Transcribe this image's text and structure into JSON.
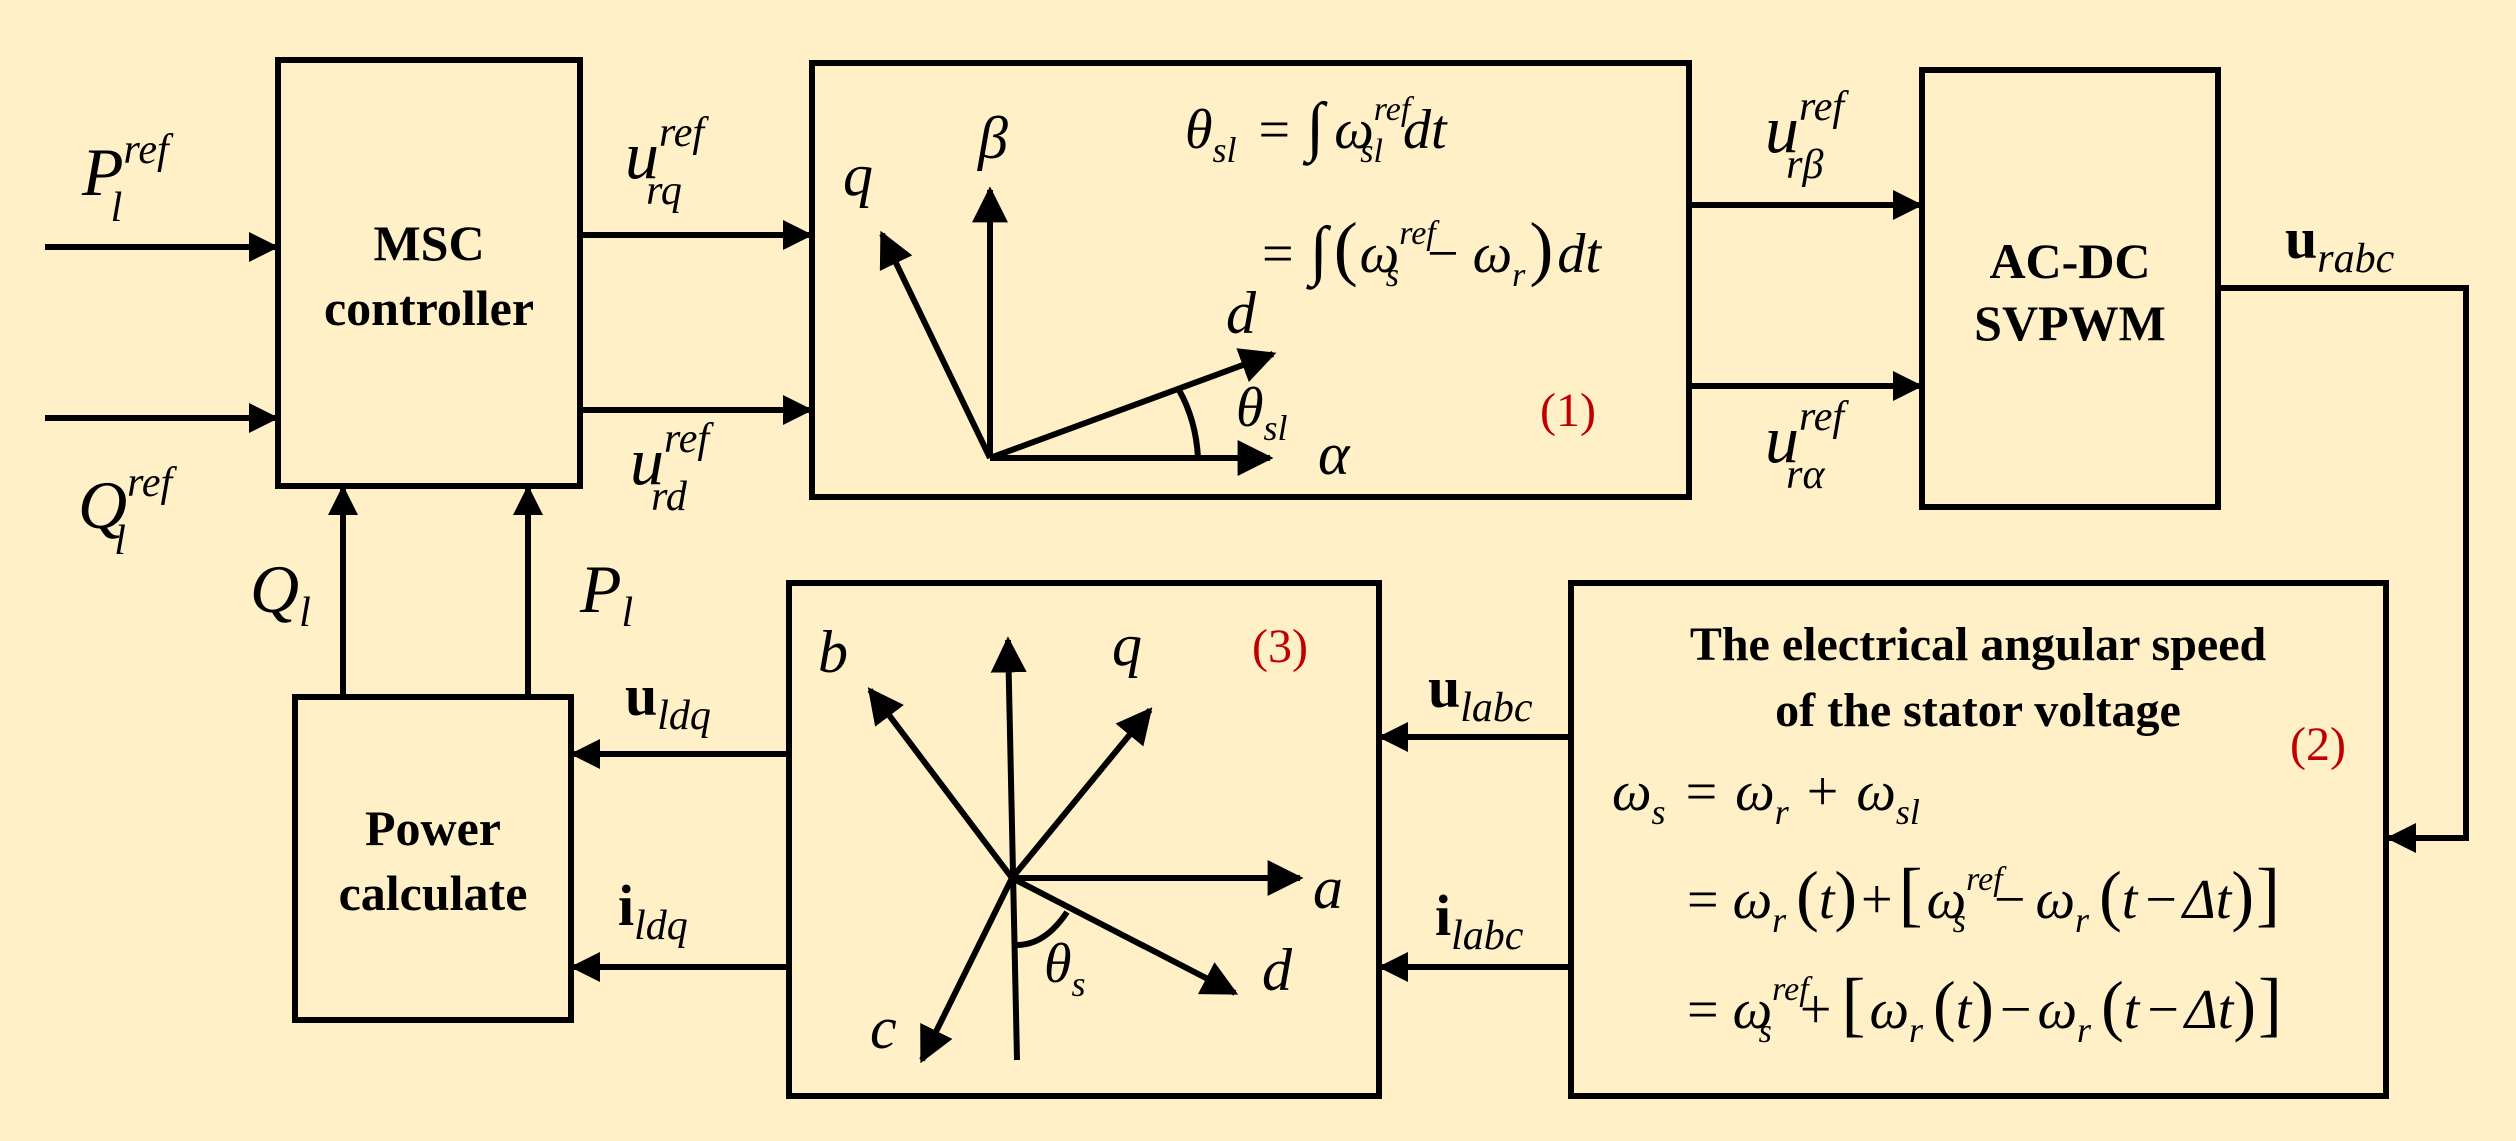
{
  "background": "#fff0c8",
  "accent_red": "#c00000",
  "blocks": {
    "msc": {
      "line1": "MSC",
      "line2": "controller"
    },
    "svpwm": {
      "line1": "AC-DC",
      "line2": "SVPWM"
    },
    "power": {
      "line1": "Power",
      "line2": "calculate"
    },
    "speed": {
      "title1": "The electrical angular speed",
      "title2": "of the stator voltage"
    }
  },
  "equation_tags": {
    "eq1": "(1)",
    "eq2": "(2)",
    "eq3": "(3)"
  },
  "signals": {
    "P": "P",
    "Q": "Q",
    "ref": "ref",
    "l": "l",
    "u": "u",
    "i": "i",
    "rq": "rq",
    "rd": "rd",
    "rbeta": "rβ",
    "ralpha": "rα",
    "rabc": "rabc",
    "labc": "labc",
    "ldq": "ldq"
  },
  "axes": {
    "q": "q",
    "d": "d",
    "alpha": "α",
    "beta": "β",
    "a": "a",
    "b": "b",
    "c": "c",
    "theta": "θ",
    "sl": "sl",
    "s": "s"
  },
  "math": {
    "omega": "ω",
    "eq": "=",
    "plus": "+",
    "minus": "−",
    "int": "∫",
    "dt": "dt",
    "t": "t",
    "Delta": "Δ",
    "r": "r",
    "lparen": "(",
    "rparen": ")",
    "lbrack": "[",
    "rbrack": "]"
  }
}
